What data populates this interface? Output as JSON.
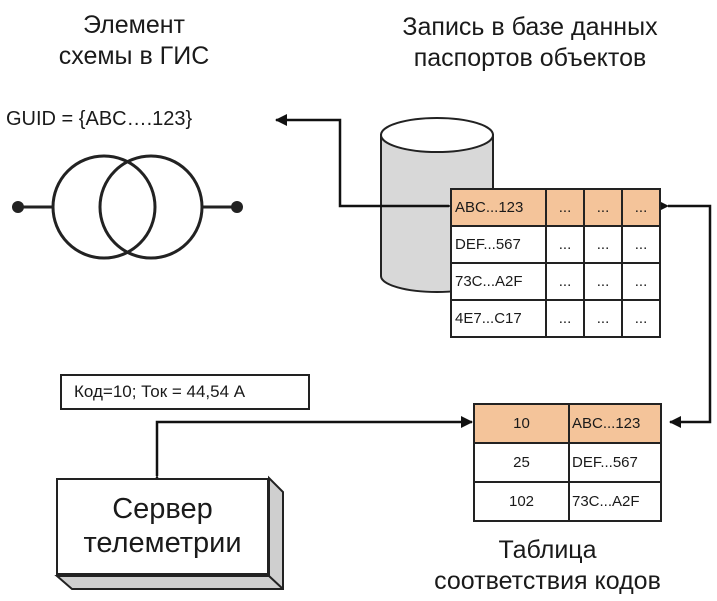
{
  "labels": {
    "gis_element": [
      "Элемент",
      "схемы в ГИС"
    ],
    "db_record": [
      "Запись в базе данных",
      "паспортов объектов"
    ],
    "code_table": [
      "Таблица",
      "соответствия кодов"
    ]
  },
  "guid_text": "GUID = {ABC….123}",
  "telemetry_message": "Код=10; Ток = 44,54 А",
  "server": [
    "Сервер",
    "телеметрии"
  ],
  "db_table": {
    "highlight_color": "#f4c49a",
    "rows": [
      [
        "ABC...123",
        "...",
        "...",
        "..."
      ],
      [
        "DEF...567",
        "...",
        "...",
        "..."
      ],
      [
        "73C...A2F",
        "...",
        "...",
        "..."
      ],
      [
        "4E7...C17",
        "...",
        "...",
        "..."
      ]
    ]
  },
  "code_table": {
    "rows": [
      [
        "10",
        "ABC...123"
      ],
      [
        "25",
        "DEF...567"
      ],
      [
        "102",
        "73C...A2F"
      ]
    ]
  }
}
